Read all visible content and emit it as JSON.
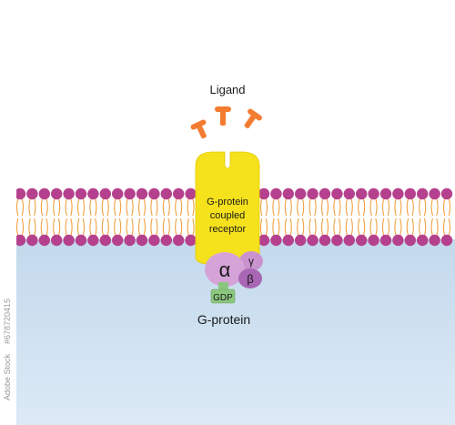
{
  "diagram": {
    "ligand_label": "Ligand",
    "receptor_label_lines": [
      "G-protein",
      "coupled",
      "receptor"
    ],
    "alpha_symbol": "α",
    "beta_symbol": "β",
    "gamma_symbol": "γ",
    "gdp_label": "GDP",
    "gprotein_label": "G-protein"
  },
  "stock_watermark": {
    "brand": "Adobe Stock",
    "id_text": "#678720415"
  },
  "colors": {
    "ligand": "#f47c30",
    "receptor": "#f5e11c",
    "membrane_head": "#b5418e",
    "membrane_tail": "#f0a040",
    "cytoplasm_top": "#c7dced",
    "cytoplasm_bottom": "#d7e8f5",
    "alpha_subunit": "#d6a3d8",
    "beta_subunit": "#a866b5",
    "gamma_subunit": "#c993cf",
    "gdp": "#8bc67e"
  }
}
